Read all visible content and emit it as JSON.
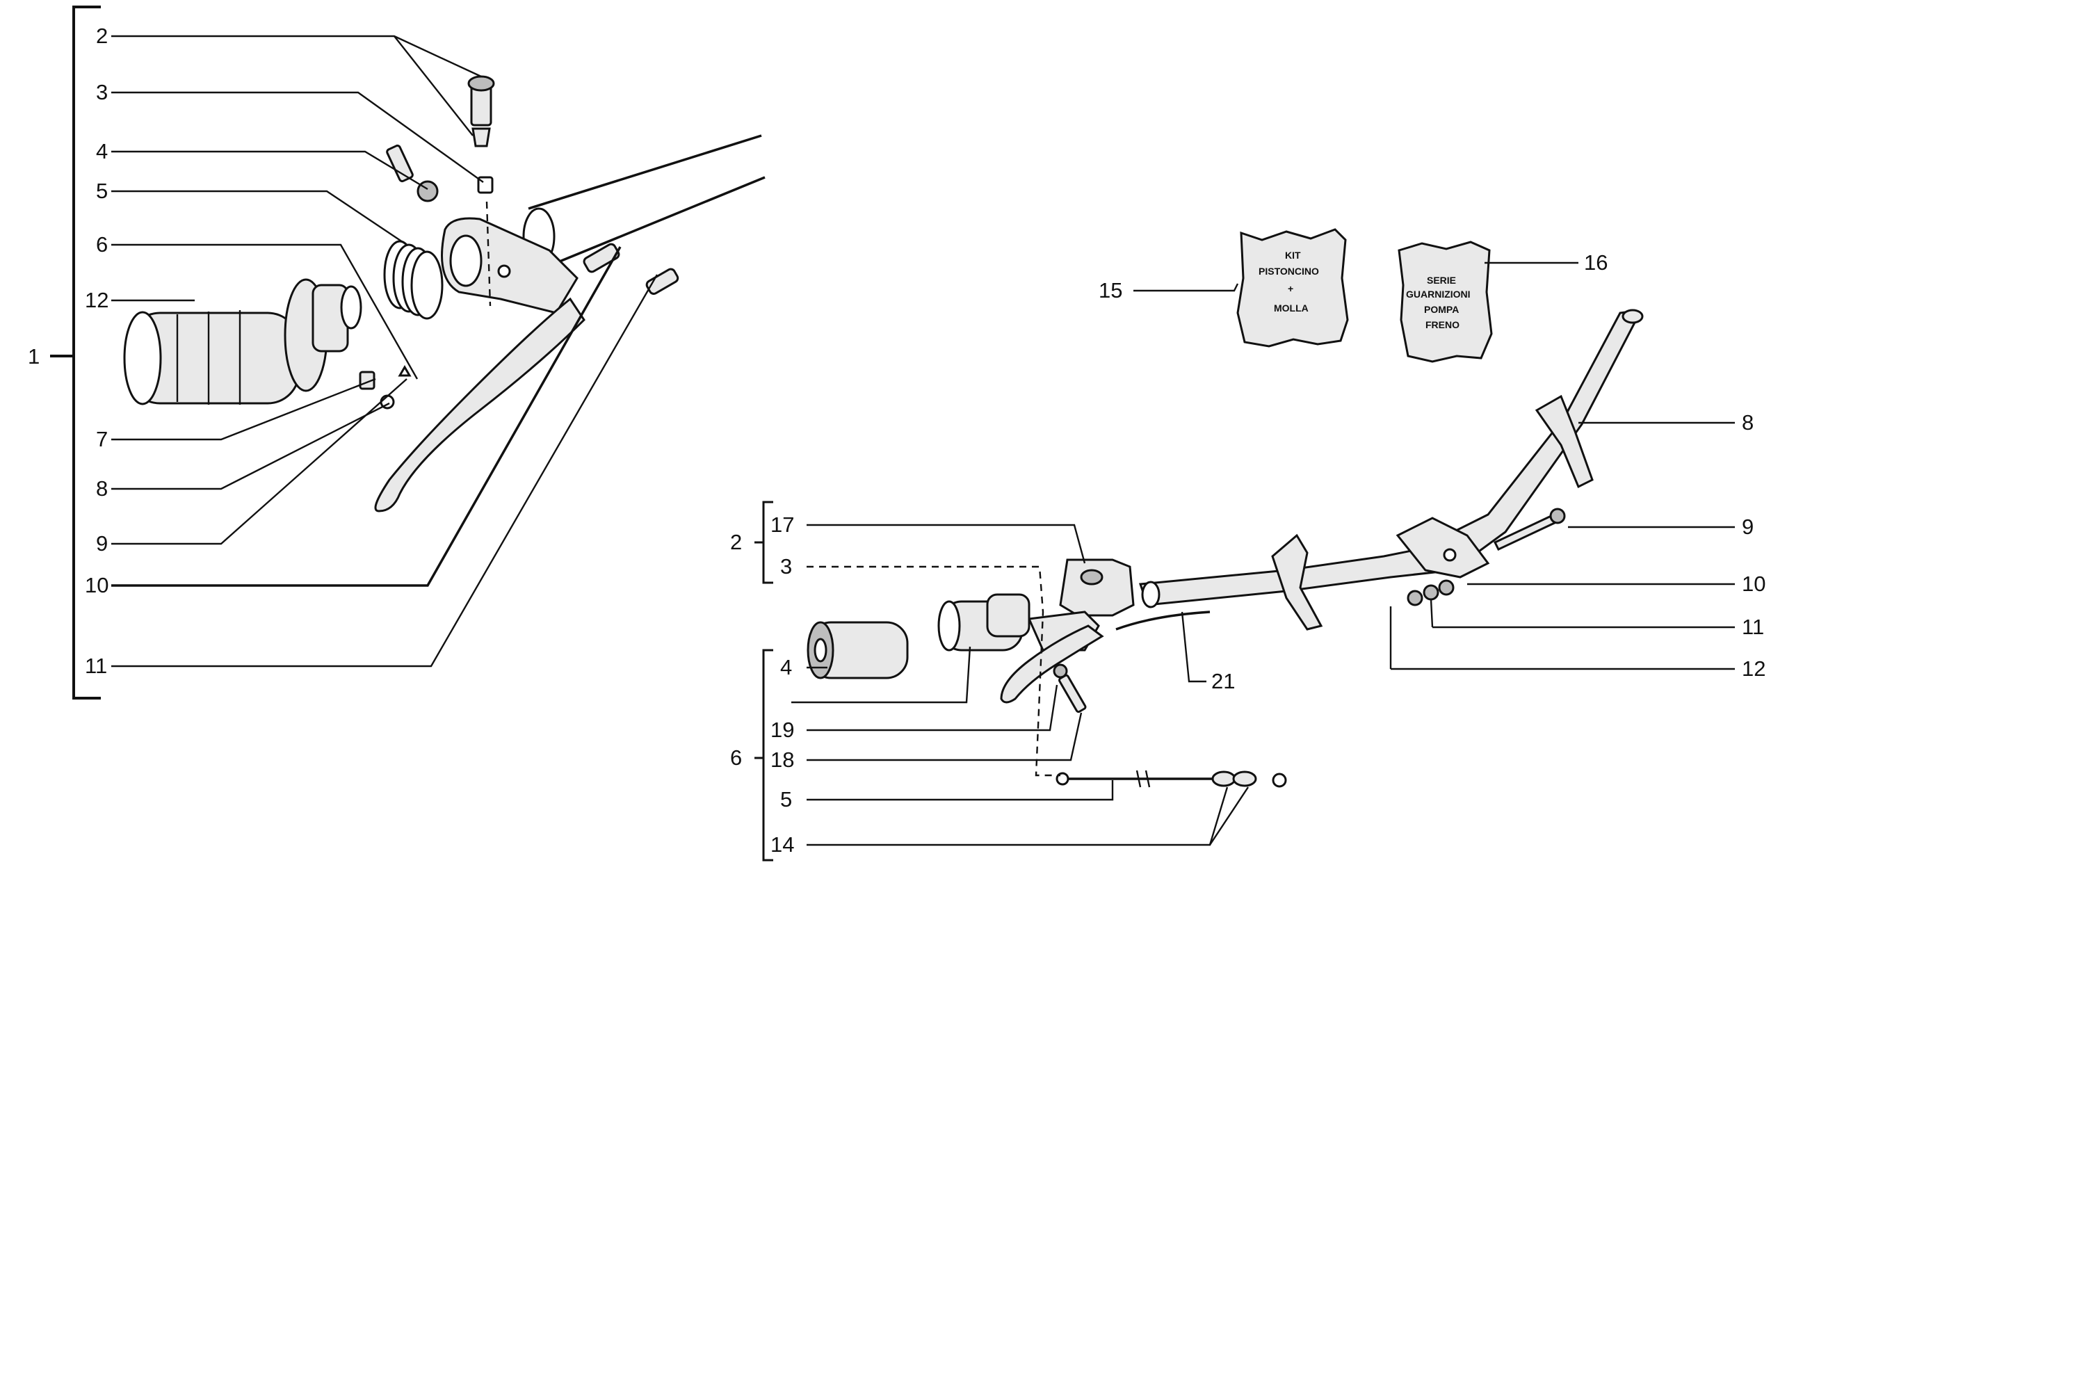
{
  "exploded_view_left": {
    "group_label": "1",
    "callouts": [
      "2",
      "3",
      "4",
      "5",
      "6",
      "12",
      "7",
      "8",
      "9",
      "10",
      "11"
    ]
  },
  "exploded_view_right": {
    "group_labels": [
      "2",
      "6"
    ],
    "callouts": [
      "17",
      "3",
      "4",
      "19",
      "18",
      "5",
      "14",
      "21",
      "15",
      "16",
      "8",
      "9",
      "10",
      "11",
      "12"
    ]
  },
  "kit_bags": {
    "piston_kit": [
      "KIT",
      "PISTONCINO",
      "+",
      "MOLLA"
    ],
    "seal_kit": [
      "SERIE",
      "GUARNIZIONI",
      "POMPA",
      "FRENO"
    ]
  }
}
